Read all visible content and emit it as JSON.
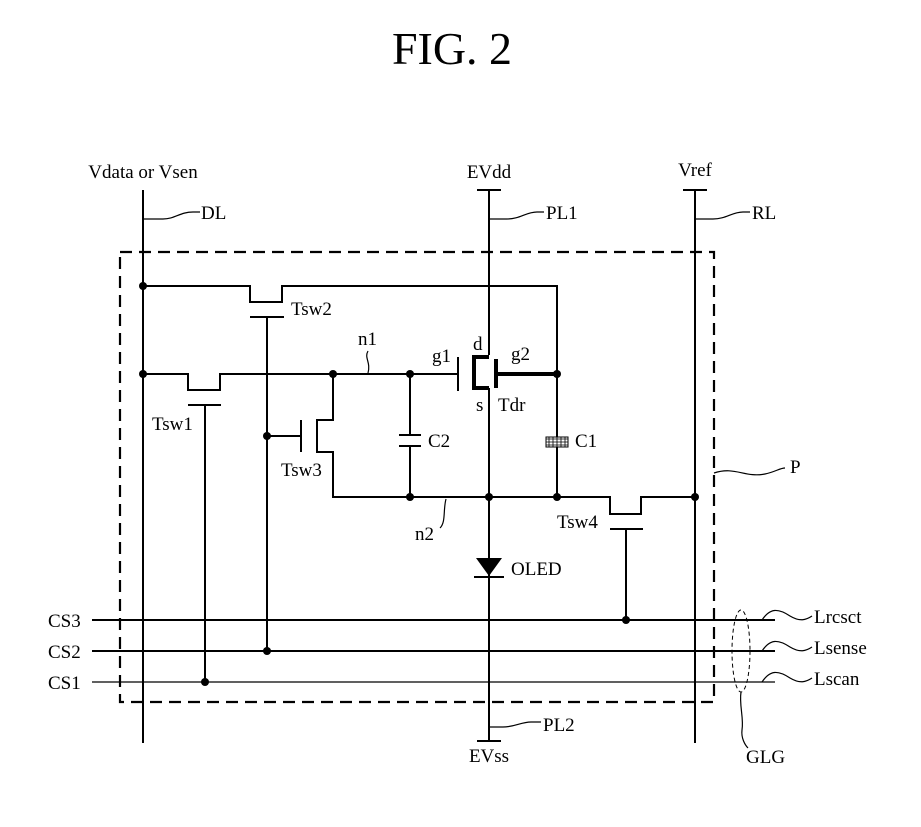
{
  "figure": {
    "title": "FIG. 2"
  },
  "lines": {
    "data_line": {
      "top_label": "Vdata or Vsen",
      "ref": "DL"
    },
    "power_line_high": {
      "top_label": "EVdd",
      "ref": "PL1"
    },
    "reference_line": {
      "top_label": "Vref",
      "ref": "RL"
    },
    "power_line_low": {
      "bottom_label": "EVss",
      "ref": "PL2"
    }
  },
  "pixel": {
    "ref": "P"
  },
  "transistors": {
    "tsw1": "Tsw1",
    "tsw2": "Tsw2",
    "tsw3": "Tsw3",
    "tsw4": "Tsw4",
    "tdr": "Tdr",
    "drain": "d",
    "source": "s",
    "gate1": "g1",
    "gate2": "g2"
  },
  "capacitors": {
    "c1": "C1",
    "c2": "C2"
  },
  "nodes": {
    "n1": "n1",
    "n2": "n2"
  },
  "diode": {
    "label": "OLED"
  },
  "control_signals": {
    "cs3": "CS3",
    "cs2": "CS2",
    "cs1": "CS1"
  },
  "gate_lines": {
    "reset": "Lrcsct",
    "sense": "Lsense",
    "scan": "Lscan",
    "group": "GLG"
  }
}
